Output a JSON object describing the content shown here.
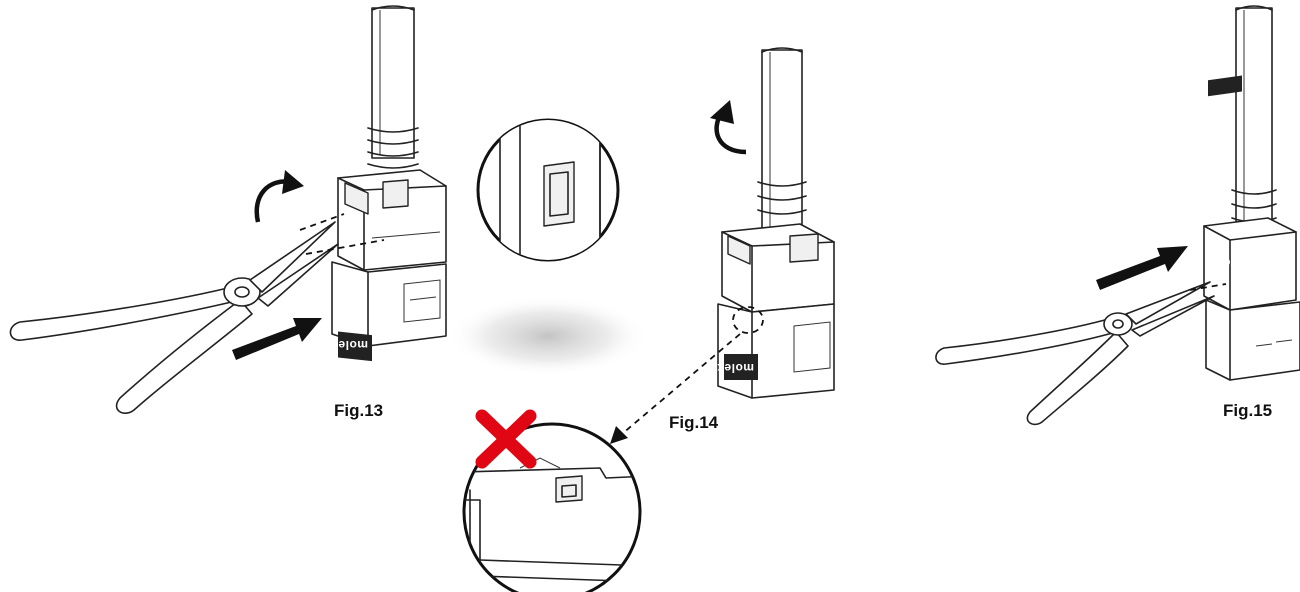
{
  "figures": [
    {
      "id": "fig13",
      "label": "Fig.13"
    },
    {
      "id": "fig14",
      "label": "Fig.14"
    },
    {
      "id": "fig15",
      "label": "Fig.15"
    }
  ],
  "connector_brand": "molex",
  "colors": {
    "outline": "#222222",
    "arrow": "#111111",
    "reject_mark": "#e10613",
    "background": "#ffffff"
  },
  "icons": {
    "rotate_clockwise": "rotate-cw-icon",
    "rotate_counterclockwise": "rotate-ccw-icon",
    "push_arrow": "arrow-icon",
    "reject": "red-x-icon"
  }
}
